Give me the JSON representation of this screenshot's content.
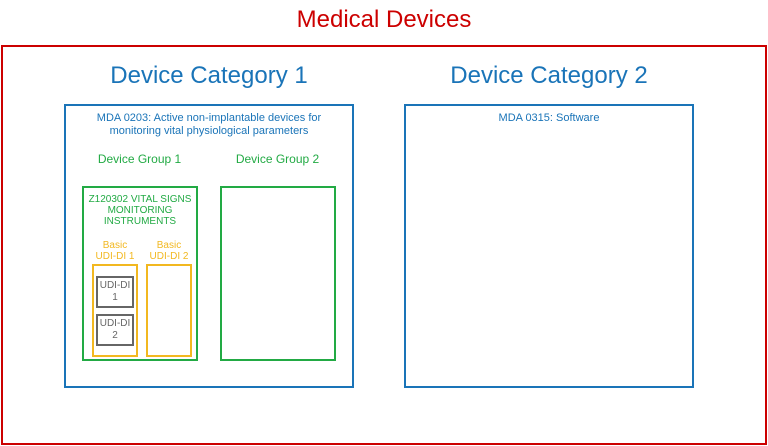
{
  "title": "Medical Devices",
  "categories": [
    {
      "title": "Device Category 1",
      "mda": "MDA 0203: Active non-implantable devices for monitoring vital physiological parameters",
      "groups": [
        {
          "title": "Device Group 1",
          "code": "Z120302 VITAL SIGNS MONITORING INSTRUMENTS",
          "basic_udis": [
            {
              "label": "Basic UDI-DI 1",
              "udis": [
                "UDI-DI 1",
                "UDI-DI 2"
              ]
            },
            {
              "label": "Basic UDI-DI 2",
              "udis": []
            }
          ]
        },
        {
          "title": "Device Group 2"
        }
      ]
    },
    {
      "title": "Device Category 2",
      "mda": "MDA 0315: Software"
    }
  ],
  "colors": {
    "medical_devices": "#cc0000",
    "category": "#1a74b8",
    "group": "#22aa44",
    "basic_udi": "#f2b820",
    "udi": "#666666"
  }
}
